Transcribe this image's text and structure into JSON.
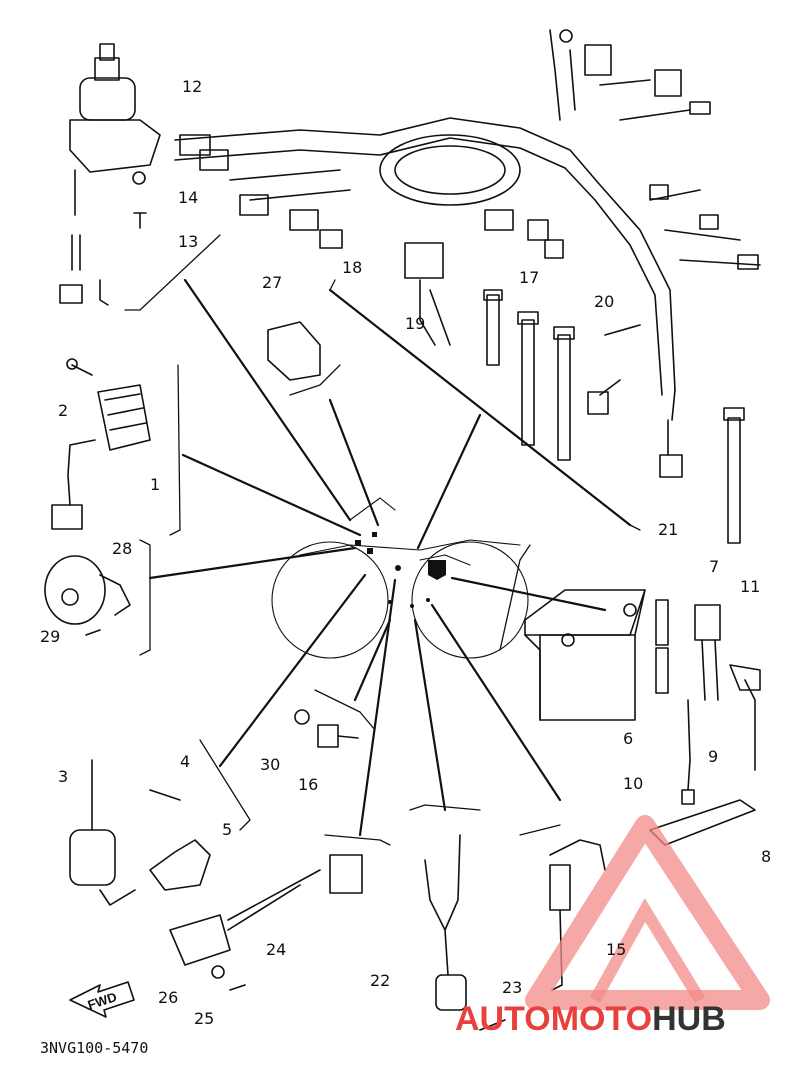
{
  "diagram": {
    "doc_code": "3NVG100-5470",
    "fwd_label": "FWD",
    "callouts": {
      "c1": "1",
      "c2": "2",
      "c3": "3",
      "c4": "4",
      "c5": "5",
      "c6": "6",
      "c7": "7",
      "c8": "8",
      "c9": "9",
      "c10": "10",
      "c11": "11",
      "c12": "12",
      "c13": "13",
      "c14": "14",
      "c15": "15",
      "c16": "16",
      "c17": "17",
      "c18": "18",
      "c19": "19",
      "c20": "20",
      "c21": "21",
      "c22": "22",
      "c23": "23",
      "c24": "24",
      "c25": "25",
      "c26": "26",
      "c27": "27",
      "c28": "28",
      "c29": "29",
      "c30": "30"
    }
  },
  "watermark": {
    "part_a": "AUTO",
    "part_b": "MOTO",
    "part_c": "HUB",
    "colors": {
      "red": "#e8413d",
      "dark": "#333333",
      "light_red": "#f28b87"
    }
  }
}
